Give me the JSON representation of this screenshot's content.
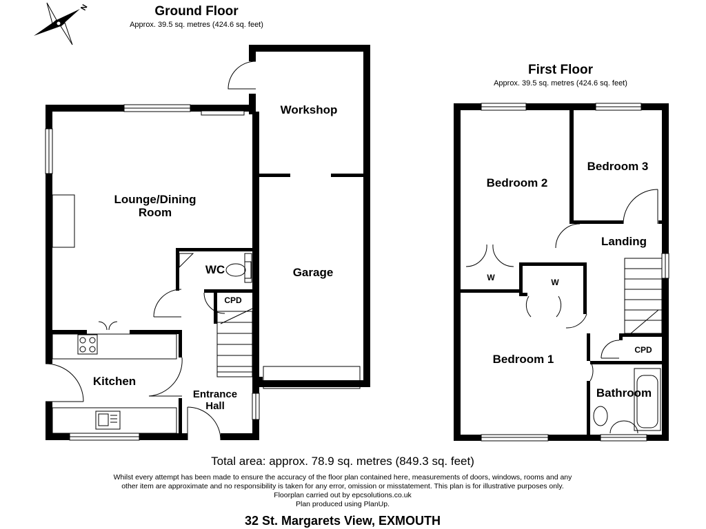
{
  "ground_floor": {
    "title": "Ground Floor",
    "area": "Approx. 39.5 sq. metres (424.6 sq. feet)",
    "rooms": {
      "workshop": "Workshop",
      "lounge_line1": "Lounge/Dining",
      "lounge_line2": "Room",
      "wc": "WC",
      "garage": "Garage",
      "cpd": "CPD",
      "kitchen": "Kitchen",
      "hall_line1": "Entrance",
      "hall_line2": "Hall"
    }
  },
  "first_floor": {
    "title": "First Floor",
    "area": "Approx. 39.5 sq. metres (424.6 sq. feet)",
    "rooms": {
      "bedroom2": "Bedroom 2",
      "bedroom3": "Bedroom 3",
      "landing": "Landing",
      "wardrobe_left": "W",
      "wardrobe_right": "W",
      "bedroom1": "Bedroom 1",
      "cpd": "CPD",
      "bathroom": "Bathroom"
    }
  },
  "compass": {
    "label": "N",
    "icon": "compass-rose-icon"
  },
  "footer": {
    "total_area": "Total area: approx. 78.9 sq. metres (849.3 sq. feet)",
    "disclaimer_line1": "Whilst every attempt has been made to ensure the accuracy of the floor plan contained here, measurements of doors, windows, rooms and any",
    "disclaimer_line2": "other item are approximate and no responsibility is taken for any error, omission or misstatement. This plan is for illustrative purposes only.",
    "credit_line1": "Floorplan carried out by epcsolutions.co.uk",
    "credit_line2": "Plan produced using PlanUp.",
    "address": "32 St. Margarets View, EXMOUTH"
  }
}
